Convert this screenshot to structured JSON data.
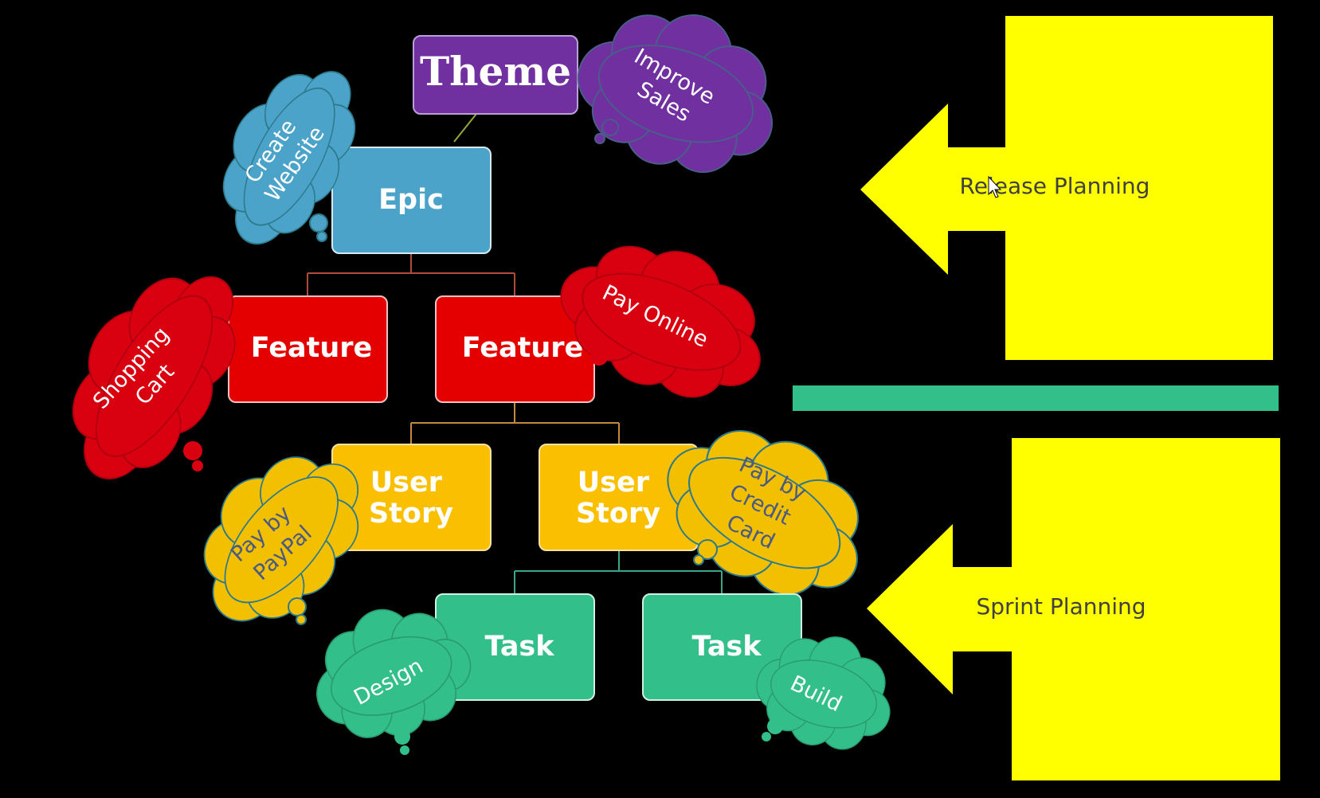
{
  "colors": {
    "background": "#000000",
    "theme": "#7030a0",
    "epic": "#4ba3c9",
    "feature": "#e50000",
    "user_story": "#fac000",
    "task": "#33bf8a",
    "side_panel": "#ffff00",
    "divider": "#33bf8a"
  },
  "hierarchy": {
    "theme": {
      "label": "Theme",
      "note": "Improve Sales"
    },
    "epic": {
      "label": "Epic",
      "note": "Create Website"
    },
    "features": [
      {
        "label": "Feature",
        "note": "Shopping Cart"
      },
      {
        "label": "Feature",
        "note": "Pay Online"
      }
    ],
    "user_stories": [
      {
        "line1": "User",
        "line2": "Story",
        "note_lines": [
          "Pay by",
          "PayPal"
        ]
      },
      {
        "line1": "User",
        "line2": "Story",
        "note_lines": [
          "Pay by",
          "Credit",
          "Card"
        ]
      }
    ],
    "tasks": [
      {
        "label": "Task",
        "note": "Design"
      },
      {
        "label": "Task",
        "note": "Build"
      }
    ]
  },
  "notes": {
    "improve_sales_lines": [
      "Improve",
      "Sales"
    ],
    "create_website_lines": [
      "Create",
      "Website"
    ],
    "shopping_cart_lines": [
      "Shopping",
      "Cart"
    ]
  },
  "side_panels": {
    "release": "Release Planning",
    "sprint": "Sprint Planning"
  }
}
